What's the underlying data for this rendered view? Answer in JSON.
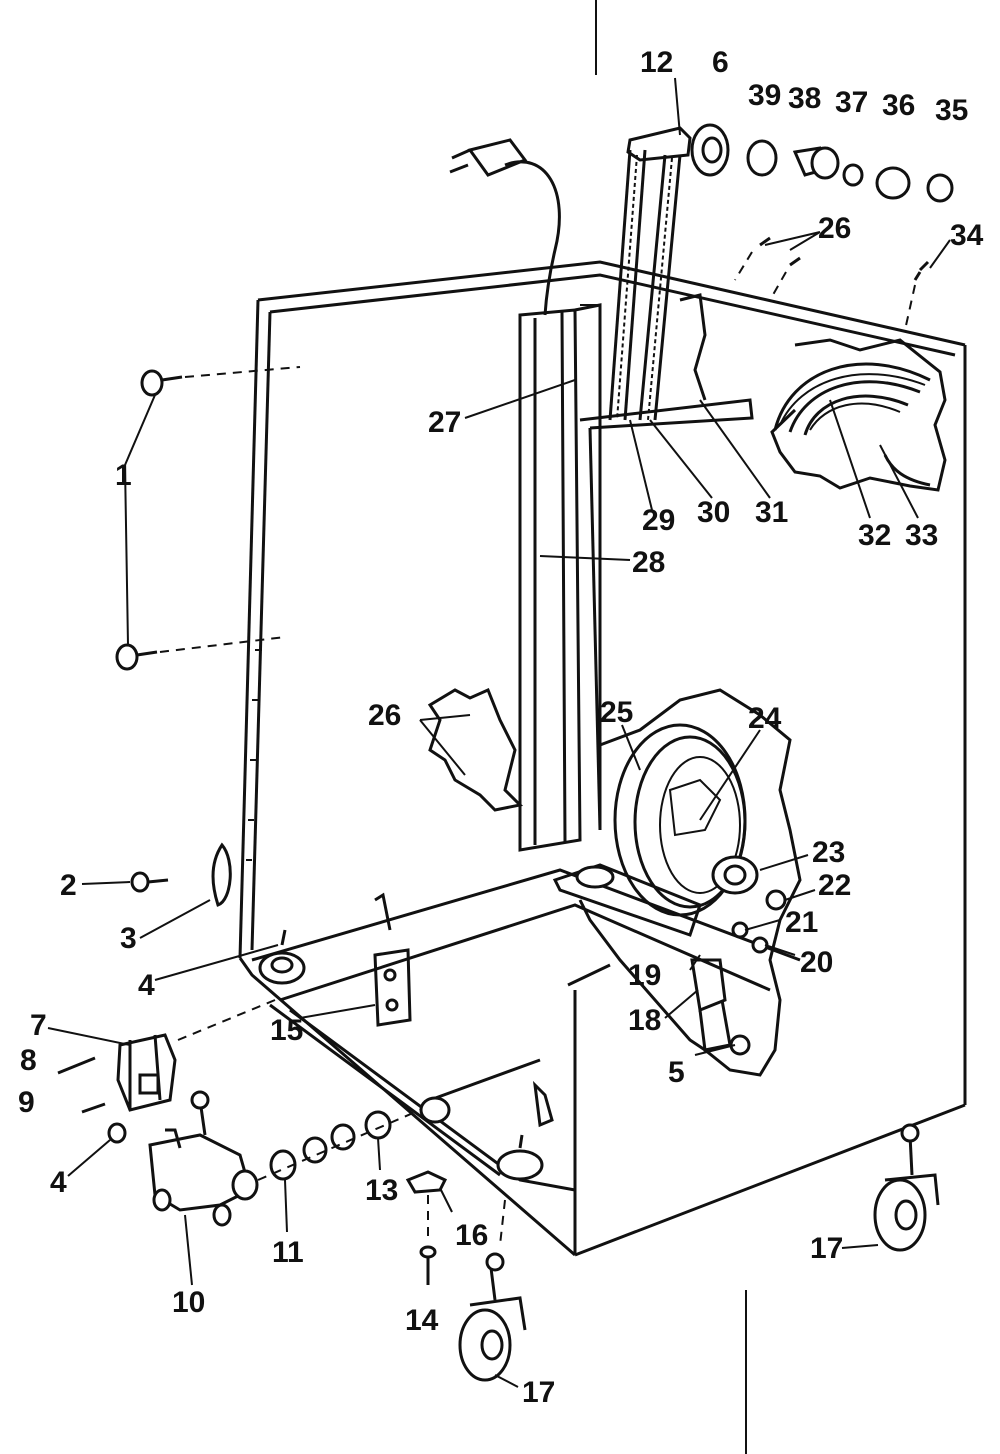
{
  "diagram": {
    "labels": {
      "l1": "1",
      "l2": "2",
      "l3": "3",
      "l4a": "4",
      "l4b": "4",
      "l5": "5",
      "l6": "6",
      "l7": "7",
      "l8": "8",
      "l9": "9",
      "l10": "10",
      "l11": "11",
      "l12": "12",
      "l13": "13",
      "l14": "14",
      "l15": "15",
      "l16": "16",
      "l17a": "17",
      "l17b": "17",
      "l18": "18",
      "l19": "19",
      "l20": "20",
      "l21": "21",
      "l22": "22",
      "l23": "23",
      "l24": "24",
      "l25": "25",
      "l26a": "26",
      "l26b": "26",
      "l27": "27",
      "l28": "28",
      "l29": "29",
      "l30": "30",
      "l31": "31",
      "l32": "32",
      "l33": "33",
      "l34": "34",
      "l35": "35",
      "l36": "36",
      "l37": "37",
      "l38": "38",
      "l39": "39"
    }
  }
}
